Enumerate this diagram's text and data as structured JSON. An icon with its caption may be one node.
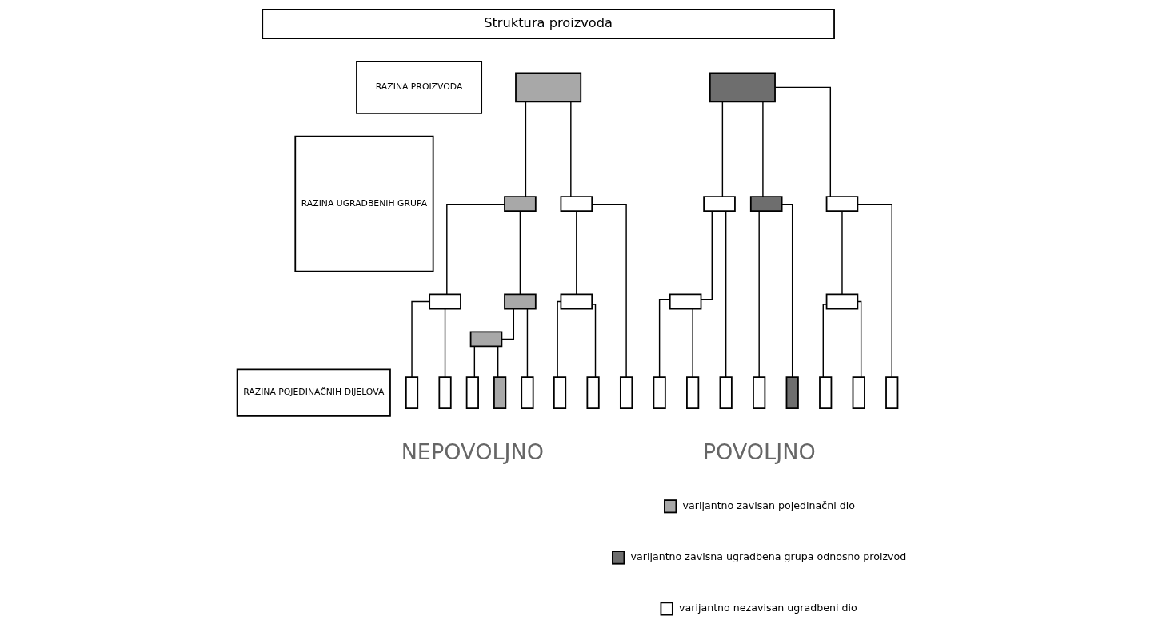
{
  "diagram": {
    "nodes": [
      {
        "text": [
          "Struktura proizvoda"
        ]
      },
      {
        "text": [
          "RAZINA PROIZVODA"
        ]
      },
      {
        "text": [
          "RAZINA UGRADBENIH GRUPA"
        ]
      },
      {
        "text": [
          "RAZINA POJEDINAČNIH DIJELOVA"
        ]
      },
      {
        "text": [],
        "shape": "box"
      },
      {
        "text": [],
        "shape": "box"
      },
      {
        "text": [],
        "shape": "box"
      },
      {
        "text": [],
        "shape": "box"
      },
      {
        "text": [],
        "shape": "box"
      },
      {
        "text": [],
        "shape": "box"
      },
      {
        "text": [],
        "shape": "box"
      },
      {
        "text": [],
        "shape": "box"
      },
      {
        "text": [],
        "shape": "box"
      },
      {
        "text": [],
        "shape": "box"
      },
      {
        "text": [],
        "shape": "box"
      },
      {
        "text": [],
        "shape": "box"
      },
      {
        "text": [],
        "shape": "box"
      },
      {
        "text": [],
        "shape": "box"
      },
      {
        "text": [],
        "shape": "box"
      },
      {
        "text": [],
        "shape": "box"
      },
      {
        "text": [],
        "shape": "box"
      },
      {
        "text": [],
        "shape": "box"
      },
      {
        "text": [],
        "shape": "box"
      },
      {
        "text": [],
        "shape": "box"
      },
      {
        "text": [],
        "shape": "box"
      },
      {
        "text": [],
        "shape": "box"
      },
      {
        "text": [],
        "shape": "box"
      },
      {
        "text": [],
        "shape": "box"
      },
      {
        "text": [],
        "shape": "box"
      },
      {
        "text": [],
        "shape": "box"
      },
      {
        "text": [],
        "shape": "box"
      },
      {
        "text": [],
        "shape": "box"
      },
      {
        "text": [],
        "shape": "box"
      }
    ],
    "edges": [
      {
        "from": 4,
        "to": 5,
        "arrow": "none"
      },
      {
        "from": 4,
        "to": 6,
        "arrow": "none"
      },
      {
        "from": 5,
        "to": 7,
        "arrow": "none"
      },
      {
        "from": 5,
        "to": 8,
        "arrow": "none"
      },
      {
        "from": 7,
        "to": 11,
        "arrow": "none"
      },
      {
        "from": 7,
        "to": 12,
        "arrow": "none"
      },
      {
        "from": 8,
        "to": 13,
        "arrow": "none"
      },
      {
        "from": 8,
        "to": 10,
        "arrow": "none"
      },
      {
        "from": 10,
        "to": 14,
        "arrow": "none"
      },
      {
        "from": 10,
        "to": 15,
        "arrow": "none"
      },
      {
        "from": 6,
        "to": 16,
        "arrow": "none"
      },
      {
        "from": 6,
        "to": 9,
        "arrow": "none"
      },
      {
        "from": 9,
        "to": 17,
        "arrow": "none"
      },
      {
        "from": 9,
        "to": 18,
        "arrow": "none"
      },
      {
        "from": 19,
        "to": 20,
        "arrow": "none"
      },
      {
        "from": 19,
        "to": 21,
        "arrow": "none"
      },
      {
        "from": 19,
        "to": 22,
        "arrow": "none"
      },
      {
        "from": 20,
        "to": 23,
        "arrow": "none"
      },
      {
        "from": 20,
        "to": 27,
        "arrow": "none"
      },
      {
        "from": 23,
        "to": 25,
        "arrow": "none"
      },
      {
        "from": 23,
        "to": 26,
        "arrow": "none"
      },
      {
        "from": 21,
        "to": 28,
        "arrow": "none"
      },
      {
        "from": 21,
        "to": 29,
        "arrow": "none"
      },
      {
        "from": 22,
        "to": 30,
        "arrow": "none"
      },
      {
        "from": 22,
        "to": 24,
        "arrow": "none"
      },
      {
        "from": 24,
        "to": 31,
        "arrow": "none"
      },
      {
        "from": 24,
        "to": 32,
        "arrow": "none"
      }
    ],
    "labels": [
      "NEPOVOLJNO",
      "POVOLJNO"
    ],
    "legend": [
      {
        "text": "varijantno zavisan pojedinačni dio"
      },
      {
        "text": "varijantno zavisna ugradbena grupa odnosno proizvod"
      },
      {
        "text": "varijantno nezavisan ugradbeni dio"
      }
    ]
  }
}
